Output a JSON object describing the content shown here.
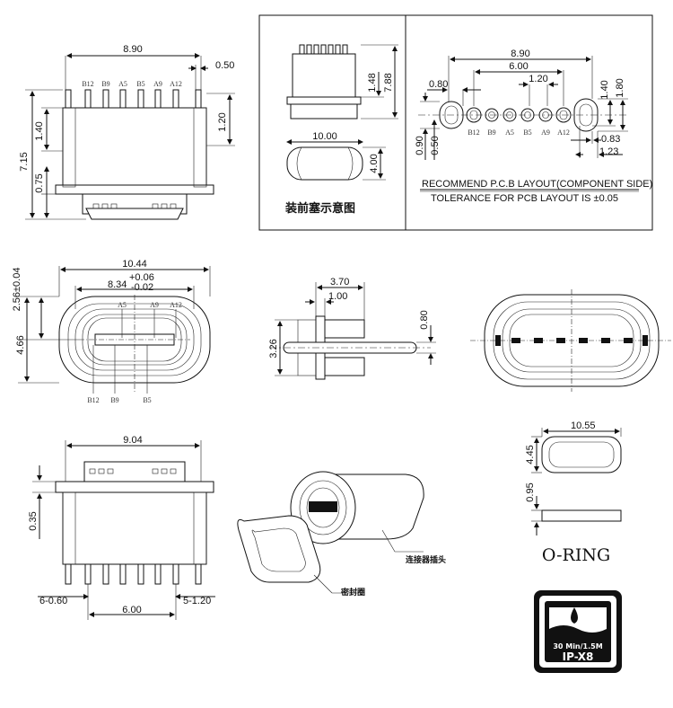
{
  "top_view": {
    "width": "8.90",
    "offset": "0.50",
    "height_total": "7.15",
    "d_1_40": "1.40",
    "d_0_75": "0.75",
    "d_1_20": "1.20",
    "pins": [
      "B12",
      "B9",
      "A5",
      "B5",
      "A9",
      "A12"
    ]
  },
  "plug_panel": {
    "h1": "1.48",
    "h2": "7.88",
    "w": "10.00",
    "h3": "4.00",
    "caption": "装前塞示意图"
  },
  "pcb": {
    "w1": "8.90",
    "w2": "6.00",
    "w3": "1.20",
    "d080": "0.80",
    "v090": "0.90",
    "v050": "0.50",
    "r140": "1.40",
    "r180": "1.80",
    "d083": "0.83",
    "d123": "1.23",
    "pins": [
      "B12",
      "B9",
      "A5",
      "B5",
      "A9",
      "A12"
    ],
    "title": "RECOMMEND P.C.B LAYOUT(COMPONENT SIDE)",
    "tolerance": "TOLERANCE FOR PCB LAYOUT IS ±0.05"
  },
  "front_view": {
    "w_outer": "10.44",
    "w_inner_base": "8.34",
    "tol_plus": "+0.06",
    "tol_minus": "-0.02",
    "v1": "2.56±0.04",
    "v2": "4.66",
    "pins_top": [
      "A5",
      "A9",
      "A12"
    ],
    "pins_bottom": [
      "B12",
      "B9",
      "B5"
    ]
  },
  "side_view": {
    "w1": "3.70",
    "w2": "1.00",
    "h": "3.26",
    "t": "0.80"
  },
  "bottom_view": {
    "w": "9.04",
    "v": "0.35",
    "left": "6-0.60",
    "right": "5-1.20",
    "pitch": "6.00"
  },
  "oring_dims": {
    "w": "10.55",
    "h": "4.45",
    "t": "0.95",
    "label": "O-RING"
  },
  "iso": {
    "connector_label": "连接器插头",
    "seal_label": "密封圈"
  },
  "ip": {
    "small": "30 Min/1.5M",
    "rating": "IP-X8"
  }
}
